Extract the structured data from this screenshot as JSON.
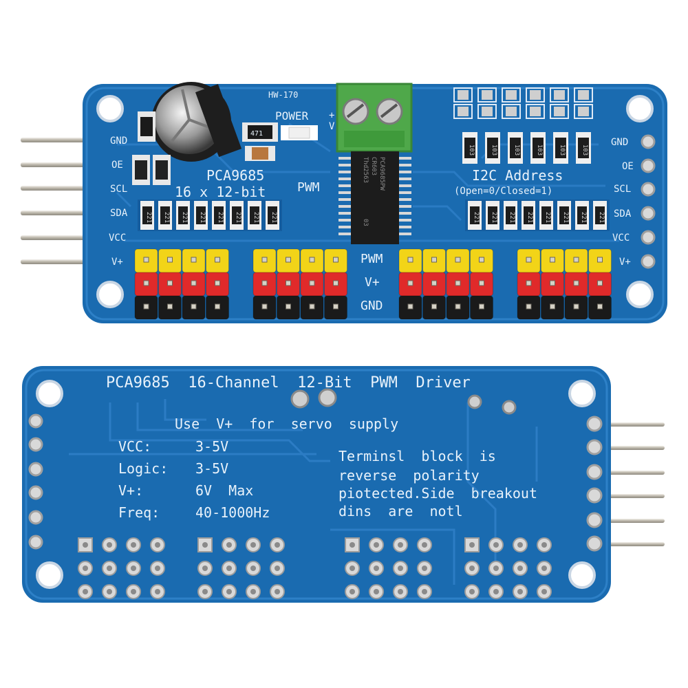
{
  "top_board": {
    "model_tag": "HW-170",
    "power_label": "POWER",
    "terminal_plus": "+",
    "terminal_vplus": "V",
    "chip_name": "PCA9685",
    "chip_marking": [
      "PCA9685PW",
      "CR603",
      "Thd2563",
      "03"
    ],
    "subtitle_left": "16 x 12-bit",
    "subtitle_right": "PWM",
    "i2c_title": "I2C Address",
    "i2c_note": "(Open=0/Closed=1)",
    "left_pin_labels": [
      "GND",
      "OE",
      "SCL",
      "SDA",
      "VCC",
      "V+"
    ],
    "right_pin_labels": [
      "GND",
      "OE",
      "SCL",
      "SDA",
      "VCC",
      "V+"
    ],
    "center_row_labels": [
      "PWM",
      "V+",
      "GND"
    ],
    "resistor_code": "221",
    "addr_resistor_code": "103",
    "cap_marking": "471"
  },
  "bottom_board": {
    "title": "PCA9685  16-Channel  12-Bit  PWM  Driver",
    "supply_note": "Use  V+  for  servo  supply",
    "specs": [
      {
        "label": "VCC:",
        "value": "3-5V"
      },
      {
        "label": "Logic:",
        "value": "3-5V"
      },
      {
        "label": "V+:",
        "value": "6V  Max"
      },
      {
        "label": "Freq:",
        "value": "40-1000Hz"
      }
    ],
    "note_lines": [
      "Terminsl  block  is",
      "reverse  polarity",
      "piotected.Side  breakout",
      "dins  are  notl"
    ]
  },
  "colors": {
    "pcb": "#1a6bb0",
    "pcb_dark": "#0f4f8d",
    "silkscreen": "#e8f2fb",
    "header_pwm": "#f2d418",
    "header_vplus": "#e02a2a",
    "header_gnd": "#1a1a1a",
    "terminal_block": "#4fa84a",
    "pin_gold": "#cfc8b8"
  }
}
